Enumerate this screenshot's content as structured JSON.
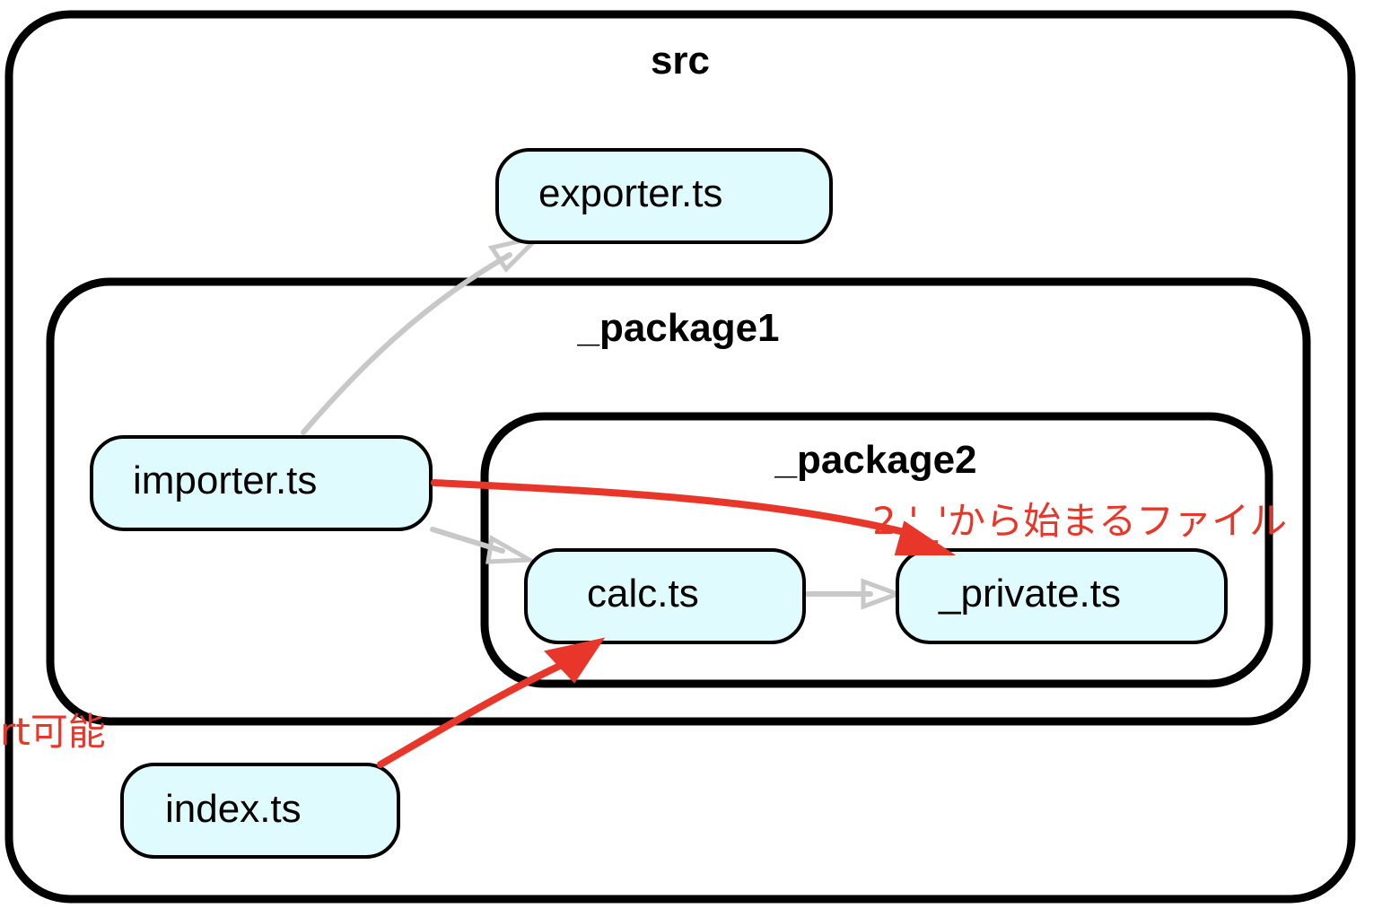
{
  "clusters": {
    "src": "src",
    "package1": "_package1",
    "package2": "_package2"
  },
  "nodes": {
    "exporter": "exporter.ts",
    "importer": "importer.ts",
    "calc": "calc.ts",
    "private": "_private.ts",
    "index": "index.ts"
  },
  "annotations": {
    "private_note": "2.'_'から始まるファイル",
    "import_note": "rt可能"
  },
  "edges": [
    {
      "from": "importer.ts",
      "to": "exporter.ts",
      "style": "muted"
    },
    {
      "from": "importer.ts",
      "to": "calc.ts",
      "style": "muted"
    },
    {
      "from": "calc.ts",
      "to": "_private.ts",
      "style": "muted"
    },
    {
      "from": "importer.ts",
      "to": "_private.ts",
      "style": "highlighted"
    },
    {
      "from": "index.ts",
      "to": "calc.ts",
      "style": "highlighted"
    }
  ],
  "colors": {
    "node_fill": "#e0fbfd",
    "highlight": "#e8372a",
    "muted_edge": "#c8c8c8",
    "border": "#000000"
  }
}
